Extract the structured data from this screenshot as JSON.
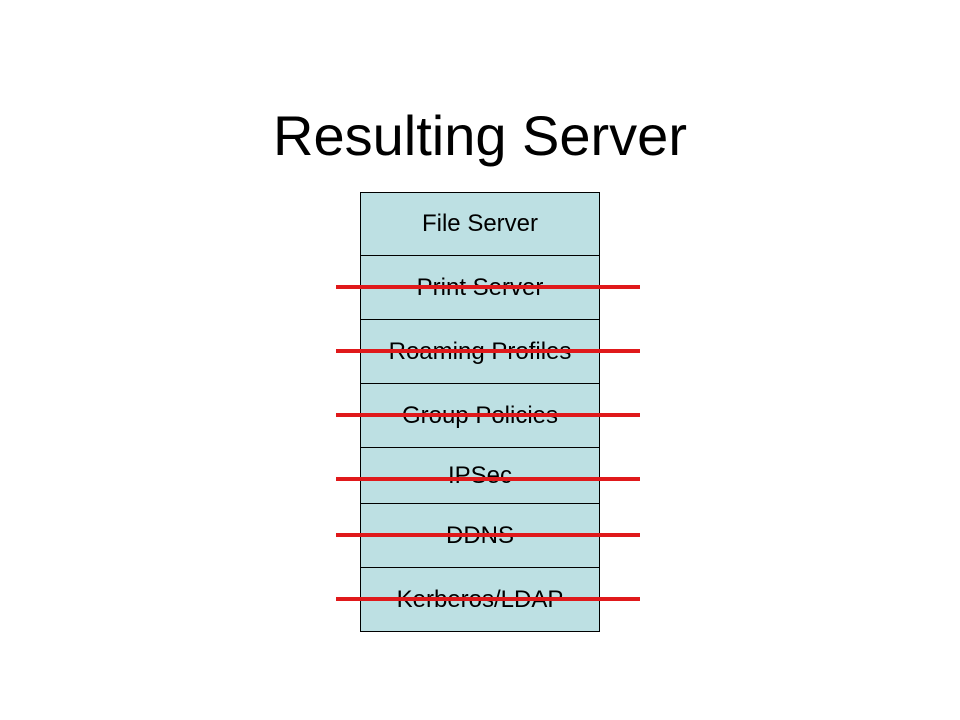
{
  "title": "Resulting Server",
  "colors": {
    "block_fill": "#bde0e3",
    "strike_line": "#e0191b"
  },
  "layers": [
    {
      "label": "File Server",
      "struck": false
    },
    {
      "label": "Print Server",
      "struck": true
    },
    {
      "label": "Roaming Profiles",
      "struck": true
    },
    {
      "label": "Group Policies",
      "struck": true
    },
    {
      "label": "IPSec",
      "struck": true
    },
    {
      "label": "DDNS",
      "struck": true
    },
    {
      "label": "Kerberos/LDAP",
      "struck": true
    }
  ]
}
